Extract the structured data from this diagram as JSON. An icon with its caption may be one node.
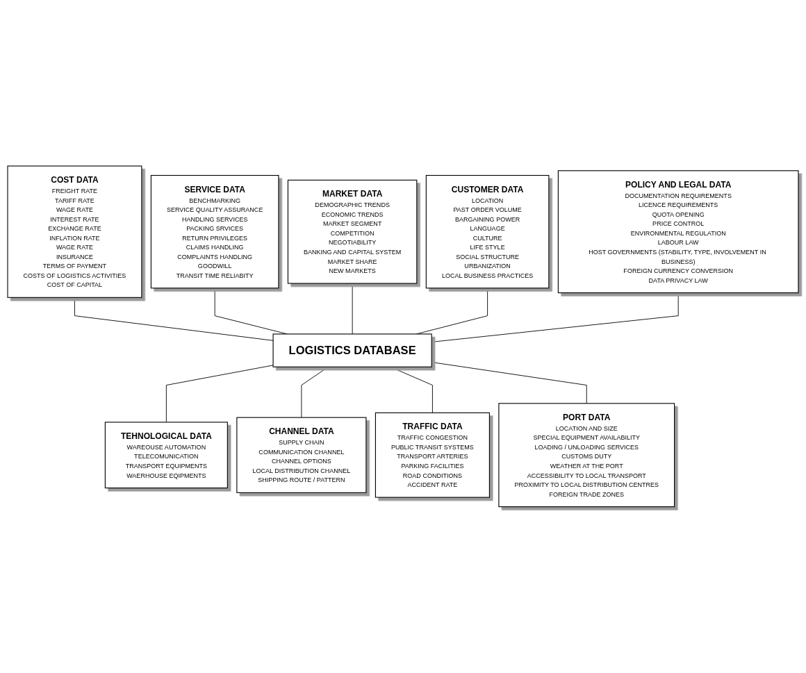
{
  "diagram": {
    "nodes": [
      {
        "text": [
          "COST DATA",
          "FREIGHT RATE",
          "TARIFF RATE",
          "WAGE RATE",
          "INTEREST RATE",
          "EXCHANGE RATE",
          "INFLATION RATE",
          "WAGE RATE",
          "INSURANCE",
          "TERMS OF PAYMENT",
          "COSTS OF LOGISTICS ACTIVITIES",
          "COST OF CAPITAL"
        ]
      },
      {
        "text": [
          "SERVICE DATA",
          "BENCHMARKING",
          "SERVICE QUALITY ASSURANCE",
          "HANDLING SERVICES",
          "PACKING SRVICES",
          "RETURN PRIVILEGES",
          "CLAIMS HANDLING",
          "COMPLAINTS HANDLING",
          "GOODWILL",
          "TRANSIT TIME RELIABITY"
        ]
      },
      {
        "text": [
          "MARKET DATA",
          "DEMOGRAPHIC TRENDS",
          "ECONOMIC TRENDS",
          "MARKET SEGMENT",
          "COMPETITION",
          "NEGOTIABILITY",
          "BANKING AND CAPITAL SYSTEM",
          "MARKET SHARE",
          "NEW MARKETS"
        ]
      },
      {
        "text": [
          "CUSTOMER DATA",
          "LOCATION",
          "PAST ORDER VOLUME",
          "BARGAINING POWER",
          "LANGUAGE",
          "CULTURE",
          "LIFE STYLE",
          "SOCIAL STRUCTURE",
          "URBANIZATION",
          "LOCAL BUSINESS PRACTICES"
        ]
      },
      {
        "text": [
          "POLICY AND LEGAL DATA",
          "DOCUMENTATION REQUIREMENTS",
          "LICENCE REQUIREMENTS",
          "QUOTA OPENING",
          "PRICE CONTROL",
          "ENVIRONMENTAL REGULATION",
          "LABOUR LAW",
          "HOST GOVERNMENTS (STABILITY, TYPE, INVOLVEMENT IN BUSINESS)",
          "FOREIGN CURRENCY CONVERSION",
          "DATA PRIVACY LAW"
        ]
      },
      {
        "text": [
          "LOGISTICS DATABASE"
        ]
      },
      {
        "text": [
          "TEHNOLOGICAL DATA",
          "WAREOUSE AUTOMATION",
          "TELECOMUNICATION",
          "TRANSPORT EQUIPMENTS",
          "WAERHOUSE EQIPMENTS"
        ]
      },
      {
        "text": [
          "CHANNEL DATA",
          "SUPPLY CHAIN",
          "COMMUNICATION CHANNEL",
          "CHANNEL OPTIONS",
          "LOCAL DISTRIBUTION CHANNEL",
          "SHIPPING ROUTE / PATTERN"
        ]
      },
      {
        "text": [
          "TRAFFIC DATA",
          "TRAFFIC CONGESTION",
          "PUBLIC TRANSIT SYSTEMS",
          "TRANSPORT ARTERIES",
          "PARKING FACILITIES",
          "ROAD CONDITIONS",
          "ACCIDENT RATE"
        ]
      },
      {
        "text": [
          "PORT DATA",
          "LOCATION AND SIZE",
          "SPECIAL EQUIPMENT AVAILABILITY",
          "LOADING / UNLOADING SERVICES",
          "CUSTOMS DUTY",
          "WEATHER AT THE PORT",
          "ACCESSIBILITY TO LOCAL TRANSPORT",
          "PROXIMITY TO LOCAL DISTRIBUTION CENTRES",
          "FOREIGN TRADE ZONES"
        ]
      }
    ],
    "edges": [
      {
        "from": 0,
        "to": 5,
        "arrow": "none"
      },
      {
        "from": 1,
        "to": 5,
        "arrow": "none"
      },
      {
        "from": 2,
        "to": 5,
        "arrow": "none"
      },
      {
        "from": 3,
        "to": 5,
        "arrow": "none"
      },
      {
        "from": 4,
        "to": 5,
        "arrow": "none"
      },
      {
        "from": 5,
        "to": 6,
        "arrow": "none"
      },
      {
        "from": 5,
        "to": 7,
        "arrow": "none"
      },
      {
        "from": 5,
        "to": 8,
        "arrow": "none"
      },
      {
        "from": 5,
        "to": 9,
        "arrow": "none"
      }
    ]
  }
}
